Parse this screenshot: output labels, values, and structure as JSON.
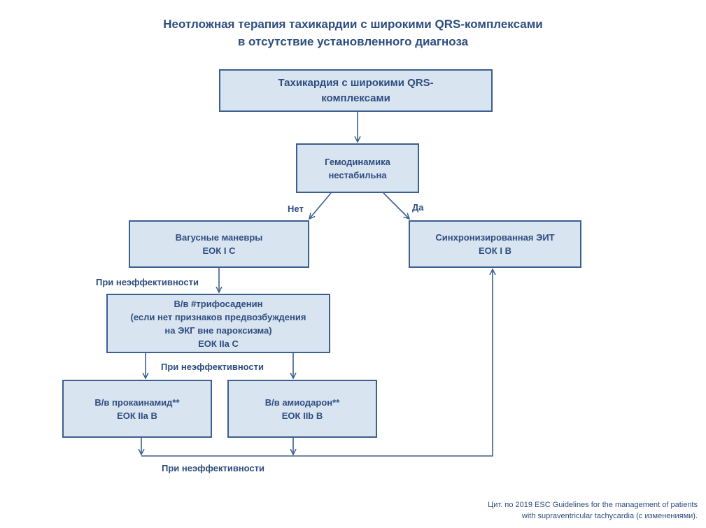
{
  "title": {
    "line1": "Неотложная терапия тахикардии с широкими QRS-комплексами",
    "line2": "в отсутствие установленного диагноза"
  },
  "nodes": {
    "tachycardia": {
      "line1": "Тахикардия с широкими QRS-",
      "line2": "комплексами"
    },
    "hemodynamics": {
      "line1": "Гемодинамика",
      "line2": "нестабильна"
    },
    "vagal": {
      "line1": "Вагусные маневры",
      "line2": "ЕОК I C"
    },
    "eit": {
      "line1": "Синхронизированная ЭИТ",
      "line2": "ЕОК I B"
    },
    "triphosadenine": {
      "line1": "В/в #трифосаденин",
      "line2": "(если нет признаков предвозбуждения",
      "line3": "на ЭКГ вне пароксизма)",
      "line4": "ЕОК IIa C"
    },
    "procainamide": {
      "line1": "В/в прокаинамид**",
      "line2": "ЕОК IIa B"
    },
    "amiodarone": {
      "line1": "В/в амиодарон**",
      "line2": "ЕОК IIb B"
    }
  },
  "edge_labels": {
    "no": "Нет",
    "yes": "Да",
    "ineffective_1": "При неэффективности",
    "ineffective_2": "При неэффективности",
    "ineffective_3": "При неэффективности"
  },
  "source_note": {
    "line1": "Цит. по 2019 ESC Guidelines for the management of patients",
    "line2": "with supraventricular tachycardia (с изменениями)."
  },
  "colors": {
    "box_fill": "#d9e4f1",
    "box_border": "#3c5f8e",
    "text": "#2e4d7f"
  }
}
